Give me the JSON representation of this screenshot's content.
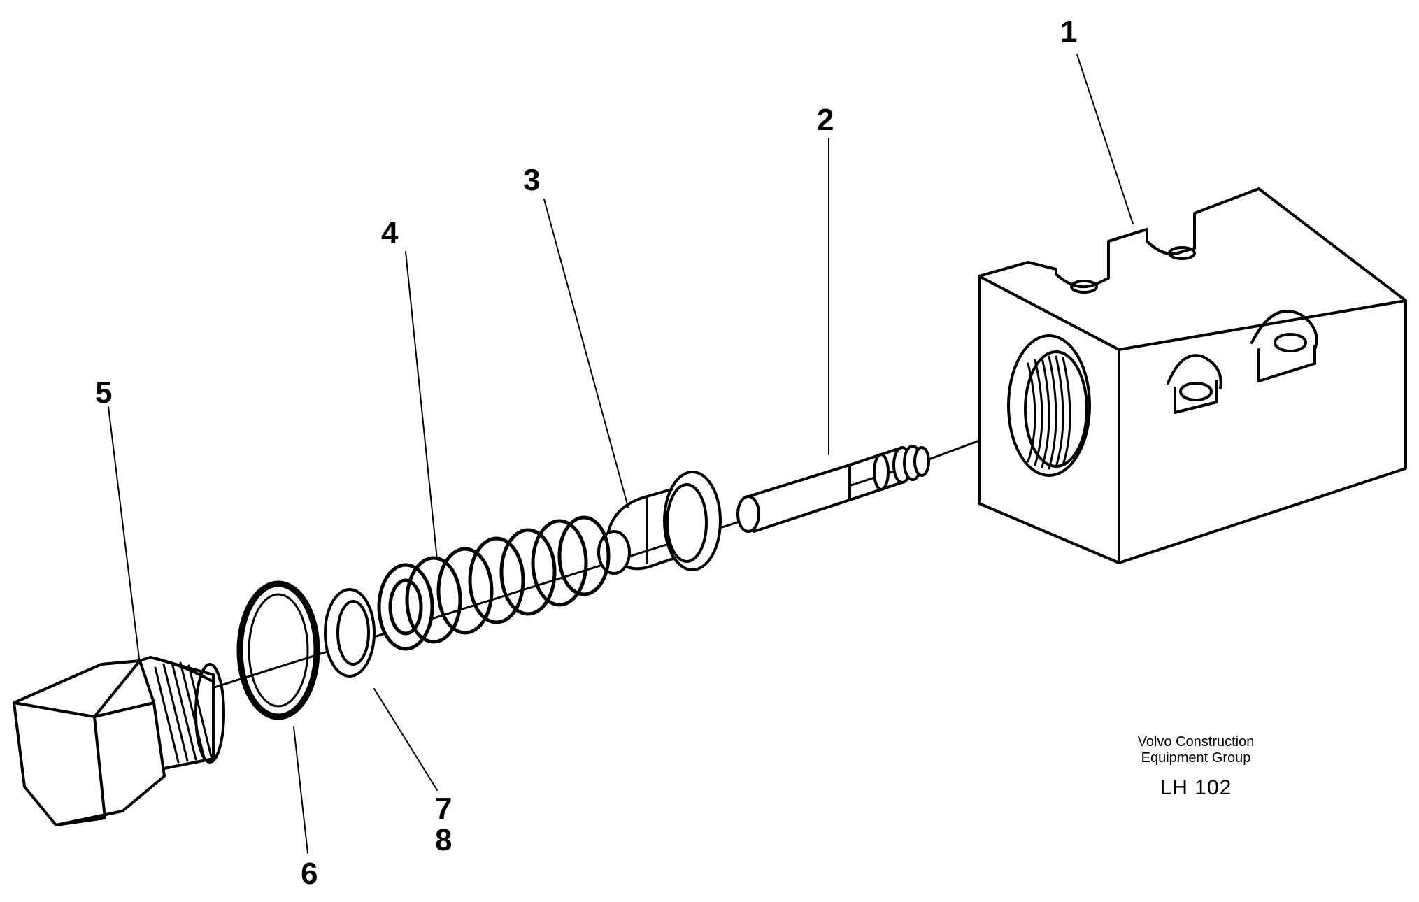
{
  "callouts": {
    "part_1": "1",
    "part_2": "2",
    "part_3": "3",
    "part_4": "4",
    "part_5": "5",
    "part_6": "6",
    "part_7": "7",
    "part_8": "8"
  },
  "caption": {
    "company_line_1": "Volvo Construction",
    "company_line_2": "Equipment Group",
    "drawing_code": "LH 102"
  },
  "colors": {
    "ink": "#000000",
    "paper": "#ffffff"
  }
}
